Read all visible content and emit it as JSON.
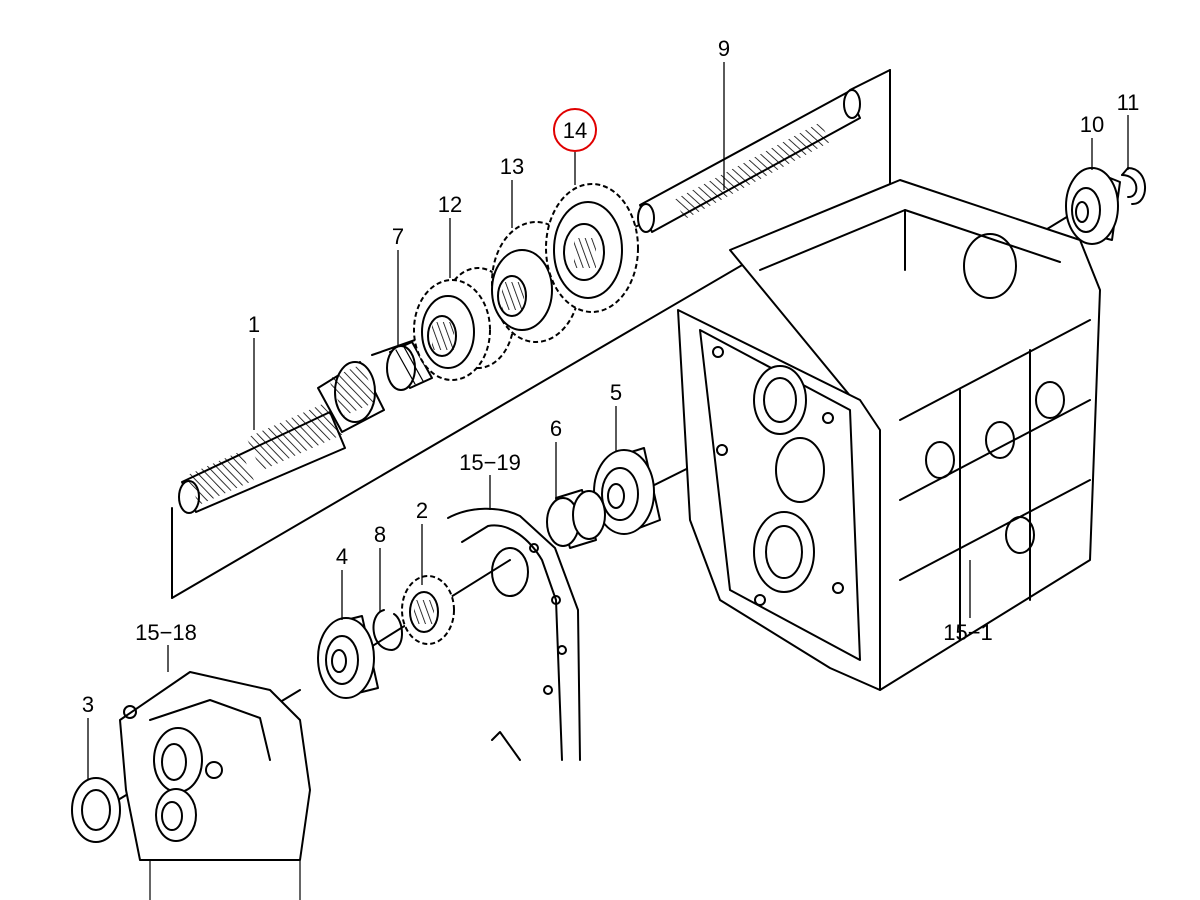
{
  "labels": {
    "p1": "1",
    "p2": "2",
    "p3": "3",
    "p4": "4",
    "p5": "5",
    "p6": "6",
    "p7": "7",
    "p8": "8",
    "p9": "9",
    "p10": "10",
    "p11": "11",
    "p12": "12",
    "p13": "13",
    "p14": "14",
    "p15_1": "15−1",
    "p15_18": "15−18",
    "p15_19": "15−19"
  },
  "highlight": {
    "part": "14",
    "color": "#e00000"
  }
}
